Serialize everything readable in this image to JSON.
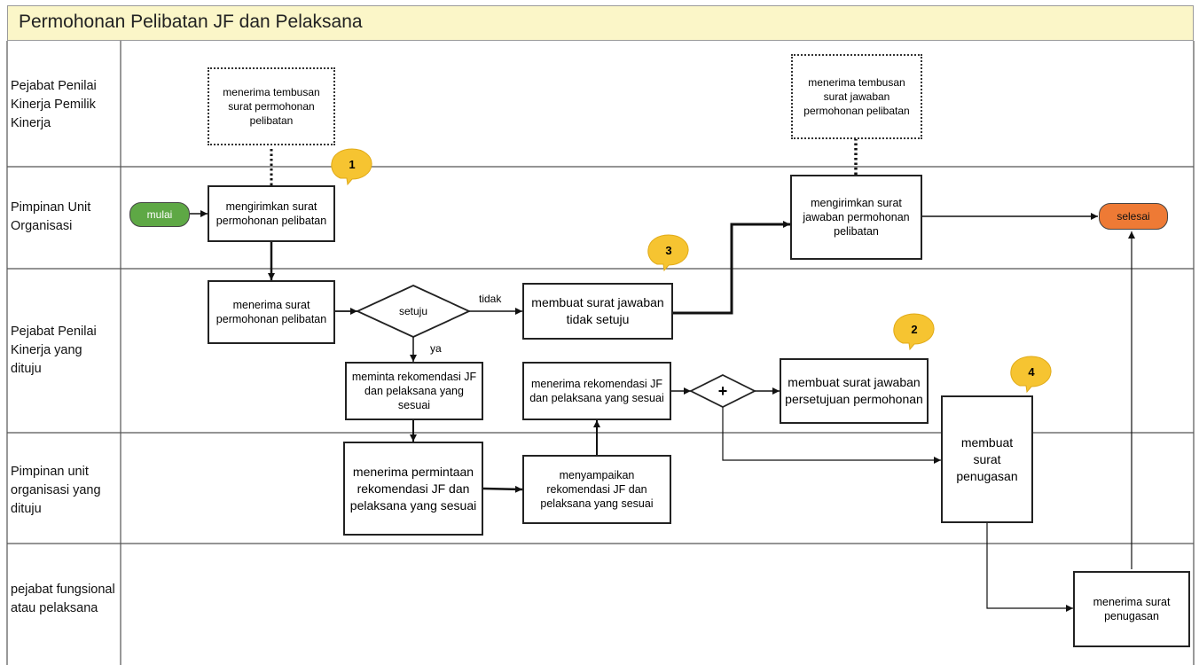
{
  "title": "Permohonan Pelibatan JF dan  Pelaksana",
  "lanes": [
    "Pejabat Penilai Kinerja Pemilik Kinerja",
    "Pimpinan Unit Organisasi",
    "Pejabat Penilai Kinerja yang dituju",
    "Pimpinan unit organisasi yang dituju",
    "pejabat fungsional atau pelaksana"
  ],
  "nodes": {
    "start": "mulai",
    "end": "selesai",
    "cc_request": "menerima tembusan surat permohonan pelibatan",
    "cc_reply": "menerima tembusan surat jawaban permohonan pelibatan",
    "send_request": "mengirimkan surat permohonan pelibatan",
    "send_reply": "mengirimkan surat jawaban permohonan pelibatan",
    "receive_request": "menerima surat permohonan pelibatan",
    "decision": "setuju",
    "reply_reject": "membuat surat jawaban tidak setuju",
    "ask_recommendation": "meminta rekomendasi JF dan pelaksana yang sesuai",
    "receive_recommendation": "menerima rekomendasi JF dan pelaksana yang sesuai",
    "reply_approve": "membuat surat jawaban persetujuan permohonan",
    "make_assignment": "membuat surat penugasan",
    "receive_rec_request": "menerima permintaan rekomendasi JF dan pelaksana yang sesuai",
    "send_recommendation": "menyampaikan rekomendasi JF dan pelaksana yang sesuai",
    "receive_assignment": "menerima surat penugasan"
  },
  "edge_labels": {
    "no": "tidak",
    "yes": "ya"
  },
  "gateway_symbol": "+",
  "callouts": [
    "1",
    "2",
    "3",
    "4"
  ],
  "colors": {
    "title_bg": "#fbf6c8",
    "start_fill": "#5ea845",
    "end_fill": "#ee7a35",
    "callout_fill": "#f6c431"
  }
}
